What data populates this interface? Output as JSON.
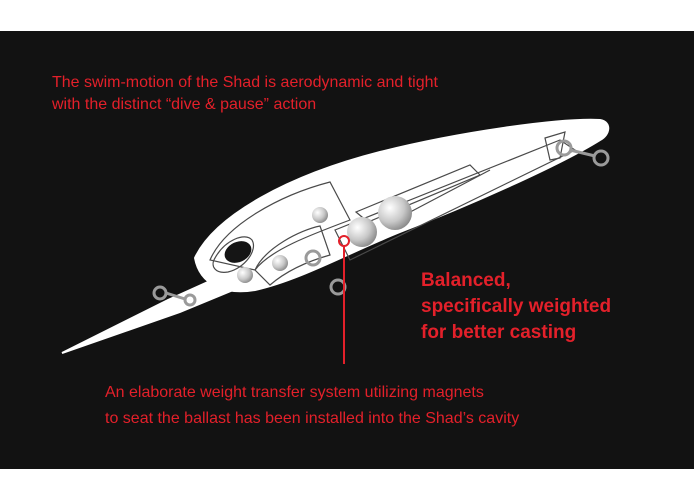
{
  "colors": {
    "background": "#ffffff",
    "panel": "#121212",
    "accent_text": "#e3202a",
    "lure_body": "#ffffff",
    "lure_outline": "#555555",
    "ring": "#9a9a9a"
  },
  "captions": {
    "swim_motion": {
      "line1": "The swim-motion of the Shad is aerodynamic and tight",
      "line2": "with the distinct “dive & pause” action"
    },
    "balance": {
      "line1": "Balanced,",
      "line2": "specifically weighted",
      "line3": "for better casting"
    },
    "weight_transfer": {
      "line1": "An elaborate weight transfer system utilizing magnets",
      "line2": "to seat the ballast has been installed into the Shad’s cavity"
    }
  },
  "illustration": {
    "subject": "shad-lure-cutaway",
    "callout_marker": "red-circle-pointer"
  }
}
